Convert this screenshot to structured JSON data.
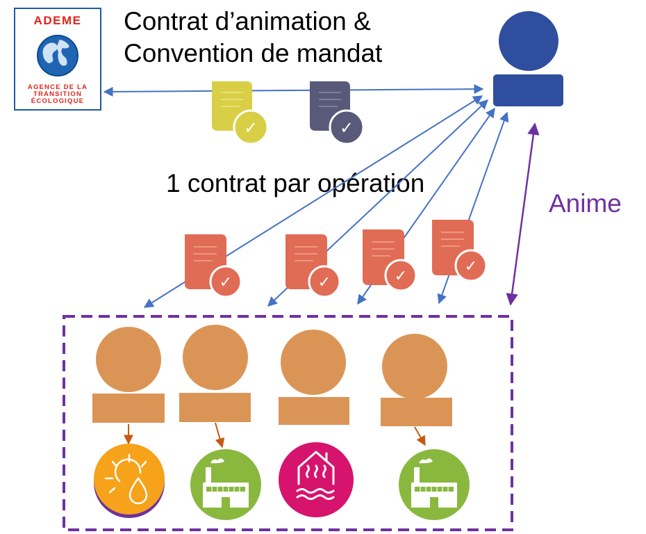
{
  "logo": {
    "name": "ADEME",
    "subtitle": "AGENCE DE LA\nTRANSITION\nÉCOLOGIQUE"
  },
  "labels": {
    "contract_line1": "Contrat d’animation &",
    "contract_line2": "Convention de mandat",
    "per_operation": "1 contrat par opération",
    "animates": "Anime"
  },
  "icons": {
    "animator": "person-icon",
    "contract_animation": "document-check-icon",
    "convention_mandat": "document-check-icon",
    "operation_contract": "document-check-icon",
    "participants": "person-icon",
    "participant_1": "solar-water-icon",
    "participant_2": "factory-icon",
    "participant_3": "house-heat-icon",
    "participant_4": "factory-icon",
    "checkmark": "✓"
  },
  "colors": {
    "arrow_blue": "#4472c4",
    "arrow_purple": "#7030a0",
    "arrow_orange": "#c55a11",
    "animator_blue": "#2f4f9e",
    "doc_yellow": "#d9cf46",
    "doc_slate": "#59597a",
    "doc_red": "#e06c55",
    "person_orange": "#da9556",
    "circle_orange": "#f6a21a",
    "circle_green": "#8ab83e",
    "circle_magenta": "#d6136d",
    "dashed_purple": "#7030a0"
  }
}
